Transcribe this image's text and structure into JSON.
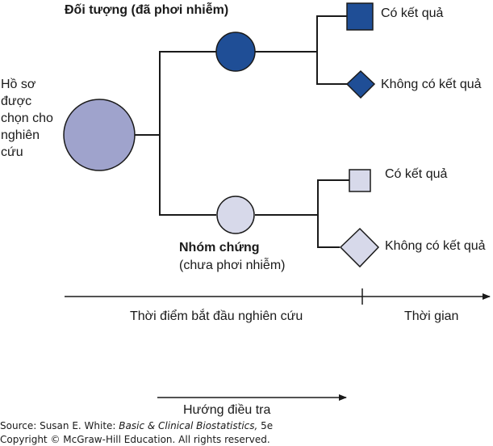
{
  "labels": {
    "exposed_group": "Đối tượng (đã phơi nhiễm)",
    "records_selected": "Hồ sơ được chọn cho nghiên cứu",
    "control_group": "Nhóm chứng",
    "control_group_sub": "(chưa phơi nhiễm)",
    "exposed_has_outcome": "Có kết quả",
    "exposed_no_outcome": "Không có kết quả",
    "control_has_outcome": "Có kết quả",
    "control_no_outcome": "Không có kết quả",
    "study_start": "Thời điểm bắt đầu nghiên cứu",
    "time": "Thời gian",
    "direction": "Hướng điều tra"
  },
  "source": {
    "prefix": "Source: Susan E. White: ",
    "book": "Basic & Clinical Biostatistics,",
    "edition": " 5e",
    "copyright": "Copyright © McGraw-Hill Education. All rights reserved."
  },
  "colors": {
    "exposed": "#1f4e96",
    "records": "#9fa3cc",
    "control": "#d7d9ea",
    "line": "#1a1a1a"
  }
}
